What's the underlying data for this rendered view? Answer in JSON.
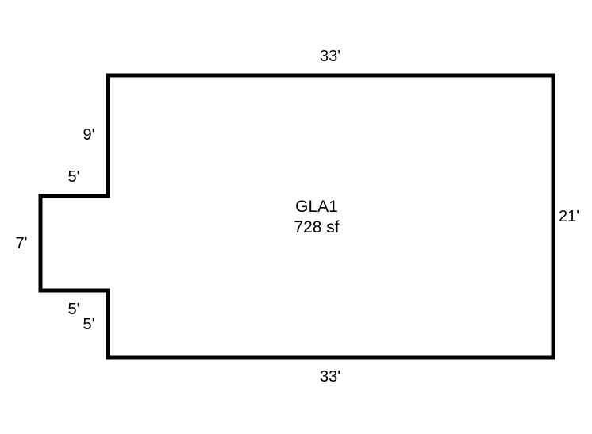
{
  "area": {
    "name": "GLA1",
    "size": "728 sf"
  },
  "dimensions": {
    "top": "33'",
    "bottom": "33'",
    "right": "21'",
    "left_upper": "9'",
    "notch_top": "5'",
    "notch_side": "7'",
    "notch_bottom": "5'",
    "left_lower": "5'"
  },
  "colors": {
    "stroke": "#000000",
    "background": "#ffffff"
  }
}
